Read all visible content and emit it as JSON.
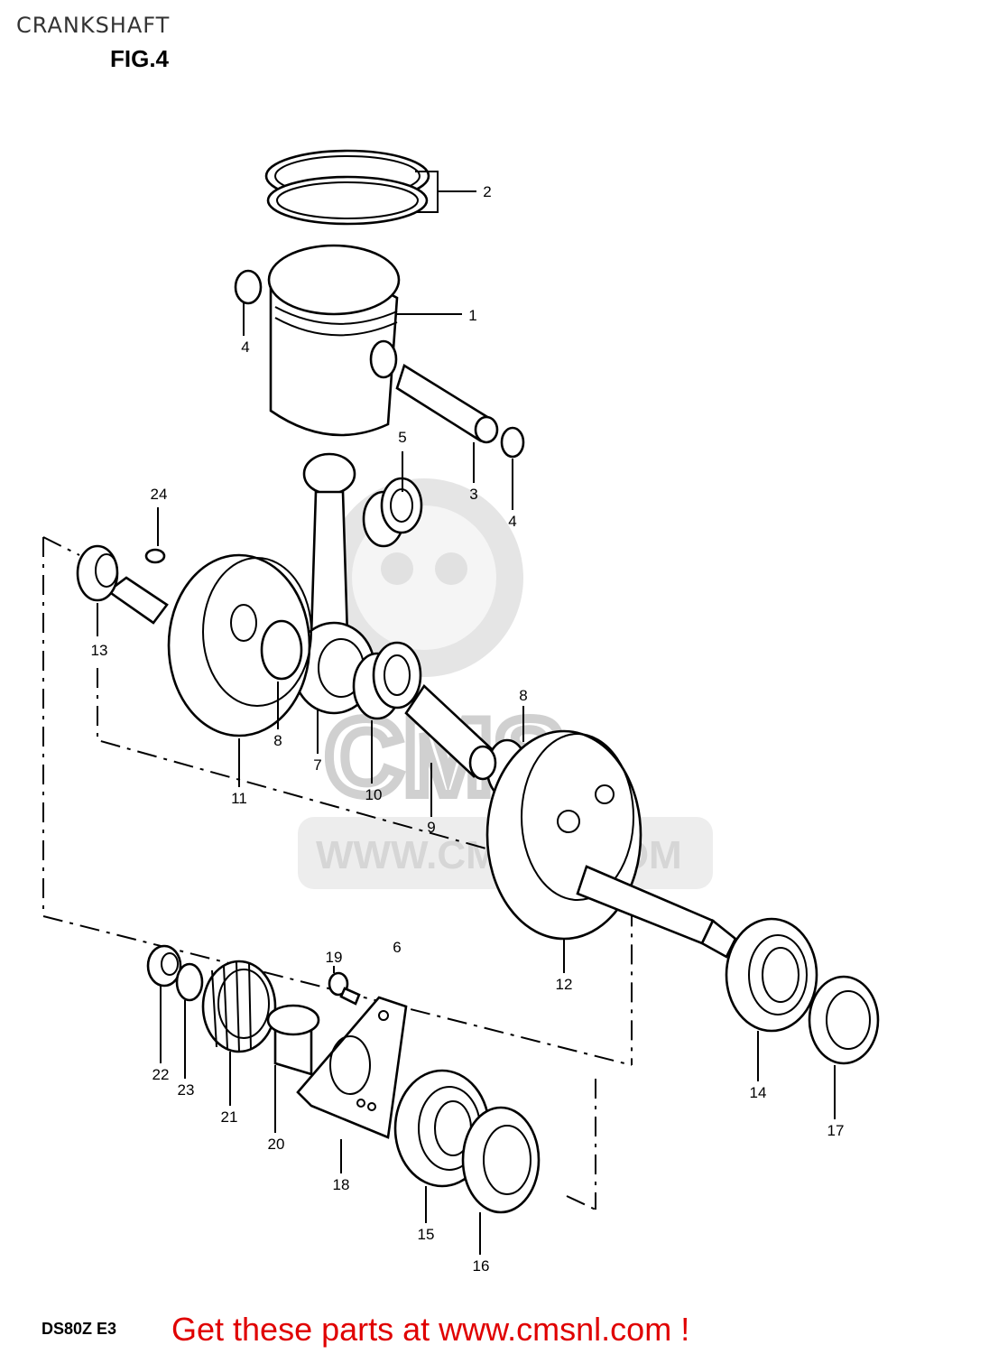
{
  "header": {
    "section_title": "CRANKSHAFT",
    "figure_label": "FIG.4"
  },
  "footer": {
    "model_code": "DS80Z E3",
    "promo_text": "Get these parts at www.cmsnl.com !"
  },
  "watermark": {
    "logo_letters": "CMS",
    "url": "WWW.CMSNL.COM"
  },
  "callouts": [
    "1",
    "2",
    "3",
    "4",
    "4",
    "5",
    "6",
    "7",
    "8",
    "8",
    "9",
    "10",
    "11",
    "12",
    "13",
    "14",
    "15",
    "16",
    "17",
    "18",
    "19",
    "20",
    "21",
    "22",
    "23",
    "24"
  ],
  "colors": {
    "promo": "#e00000",
    "linework": "#000000",
    "watermark": "#cfcfcf"
  }
}
